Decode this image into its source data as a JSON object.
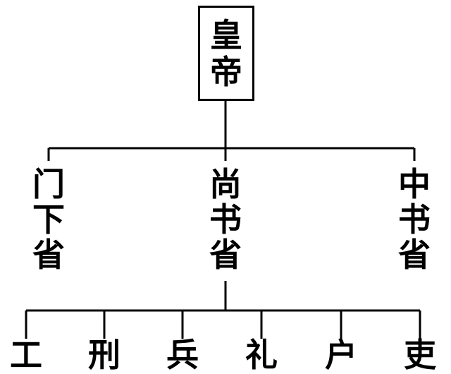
{
  "root": {
    "chars": [
      "皇",
      "帝"
    ]
  },
  "departments": [
    {
      "chars": [
        "门",
        "下",
        "省"
      ]
    },
    {
      "chars": [
        "尚",
        "书",
        "省"
      ]
    },
    {
      "chars": [
        "中",
        "书",
        "省"
      ]
    }
  ],
  "ministries": [
    {
      "char": "工"
    },
    {
      "char": "刑"
    },
    {
      "char": "兵"
    },
    {
      "char": "礼"
    },
    {
      "char": "户"
    },
    {
      "char": "吏"
    }
  ]
}
